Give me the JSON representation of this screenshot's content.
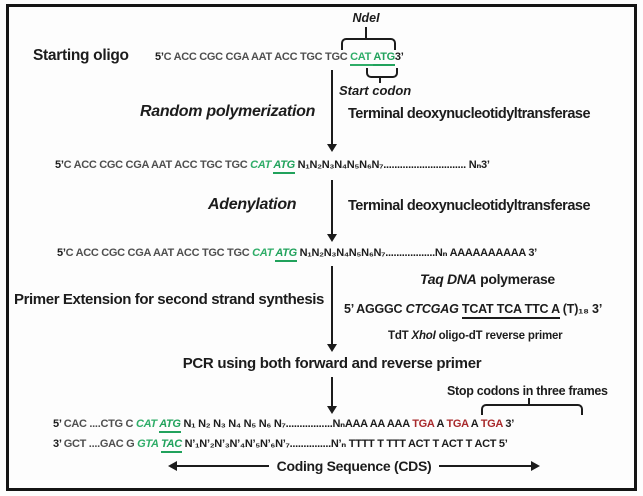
{
  "colors": {
    "ink": "#1c1c1c",
    "gray": "#4f4f4f",
    "green": "#2fad68",
    "red": "#a8292b"
  },
  "top": {
    "ndei": "NdeI",
    "starting_oligo_label": "Starting oligo",
    "start_codon_label": "Start codon",
    "seq1": [
      {
        "t": "5’",
        "c": "b"
      },
      {
        "t": "C ACC CGC CGA AAT ACC TGC TGC ",
        "c": "g"
      },
      {
        "t": "CAT ",
        "c": "gu"
      },
      {
        "t": "ATG",
        "c": "gbu"
      },
      {
        "t": "3’",
        "c": "b"
      }
    ]
  },
  "step1": {
    "label": "Random polymerization",
    "enzyme": "Terminal deoxynucleotidyltransferase"
  },
  "seq2": [
    {
      "t": "5’",
      "c": "b"
    },
    {
      "t": "C ACC CGC CGA AAT ACC TGC TGC ",
      "c": "g"
    },
    {
      "t": "CAT ",
      "c": "gi"
    },
    {
      "t": "ATG",
      "c": "gibu"
    },
    {
      "t": "  N₁N₂N₃N₄N₅N₆N₇.............................. Nₙ3’",
      "c": "b"
    }
  ],
  "step2": {
    "label": "Adenylation",
    "enzyme": "Terminal deoxynucleotidyltransferase"
  },
  "seq3": [
    {
      "t": "5’",
      "c": "b"
    },
    {
      "t": "C ACC CGC CGA AAT ACC TGC TGC ",
      "c": "g"
    },
    {
      "t": "CAT ",
      "c": "gi"
    },
    {
      "t": "ATG",
      "c": "gibu"
    },
    {
      "t": " N₁N₂N₃N₄N₅N₆N₇..................Nₙ AAAAAAAAAA 3’",
      "c": "b"
    }
  ],
  "step3": {
    "label": "Primer Extension for second strand synthesis",
    "enzyme": [
      {
        "t": "Taq DNA",
        "c": "bi"
      },
      {
        "t": " polymerase",
        "c": "b"
      }
    ],
    "primer": [
      {
        "t": "5’ AGGGC ",
        "c": "b"
      },
      {
        "t": "CTCGAG ",
        "c": "bi"
      },
      {
        "t": "TCAT TCA TTC A",
        "c": "bu"
      },
      {
        "t": "  (T)₁₈ 3’",
        "c": "b"
      }
    ],
    "primer_caption": [
      {
        "t": "TdT ",
        "c": "b"
      },
      {
        "t": "XhoI",
        "c": "bi"
      },
      {
        "t": " oligo-dT   reverse primer",
        "c": "b"
      }
    ]
  },
  "pcr_label": "PCR using both forward and reverse primer",
  "product": {
    "stop_codons_label": "Stop codons in three frames",
    "top_strand": [
      {
        "t": "5’ ",
        "c": "b"
      },
      {
        "t": "CAC ....CTG C ",
        "c": "g"
      },
      {
        "t": "CAT ",
        "c": "gi"
      },
      {
        "t": "ATG",
        "c": "gibu"
      },
      {
        "t": " N₁ N₂ N₃ N₄ N₅ N₆ N₇.................NₙAAA AA AAA ",
        "c": "b"
      },
      {
        "t": "TGA",
        "c": "r"
      },
      {
        "t": " A ",
        "c": "b"
      },
      {
        "t": "TGA",
        "c": "r"
      },
      {
        "t": " A ",
        "c": "b"
      },
      {
        "t": "TGA",
        "c": "r"
      },
      {
        "t": " 3’",
        "c": "b"
      }
    ],
    "bottom_strand": [
      {
        "t": "3’ ",
        "c": "b"
      },
      {
        "t": "GCT ....GAC G ",
        "c": "g"
      },
      {
        "t": "GTA ",
        "c": "gi"
      },
      {
        "t": "TAC",
        "c": "gibu"
      },
      {
        "t": " N’₁N’₂N’₃N’₄N’₅N’₆N’₇...............N’ₙ TTTT T TTT ACT T ACT T ACT 5’",
        "c": "b"
      }
    ],
    "cds_label": "Coding Sequence (CDS)"
  }
}
